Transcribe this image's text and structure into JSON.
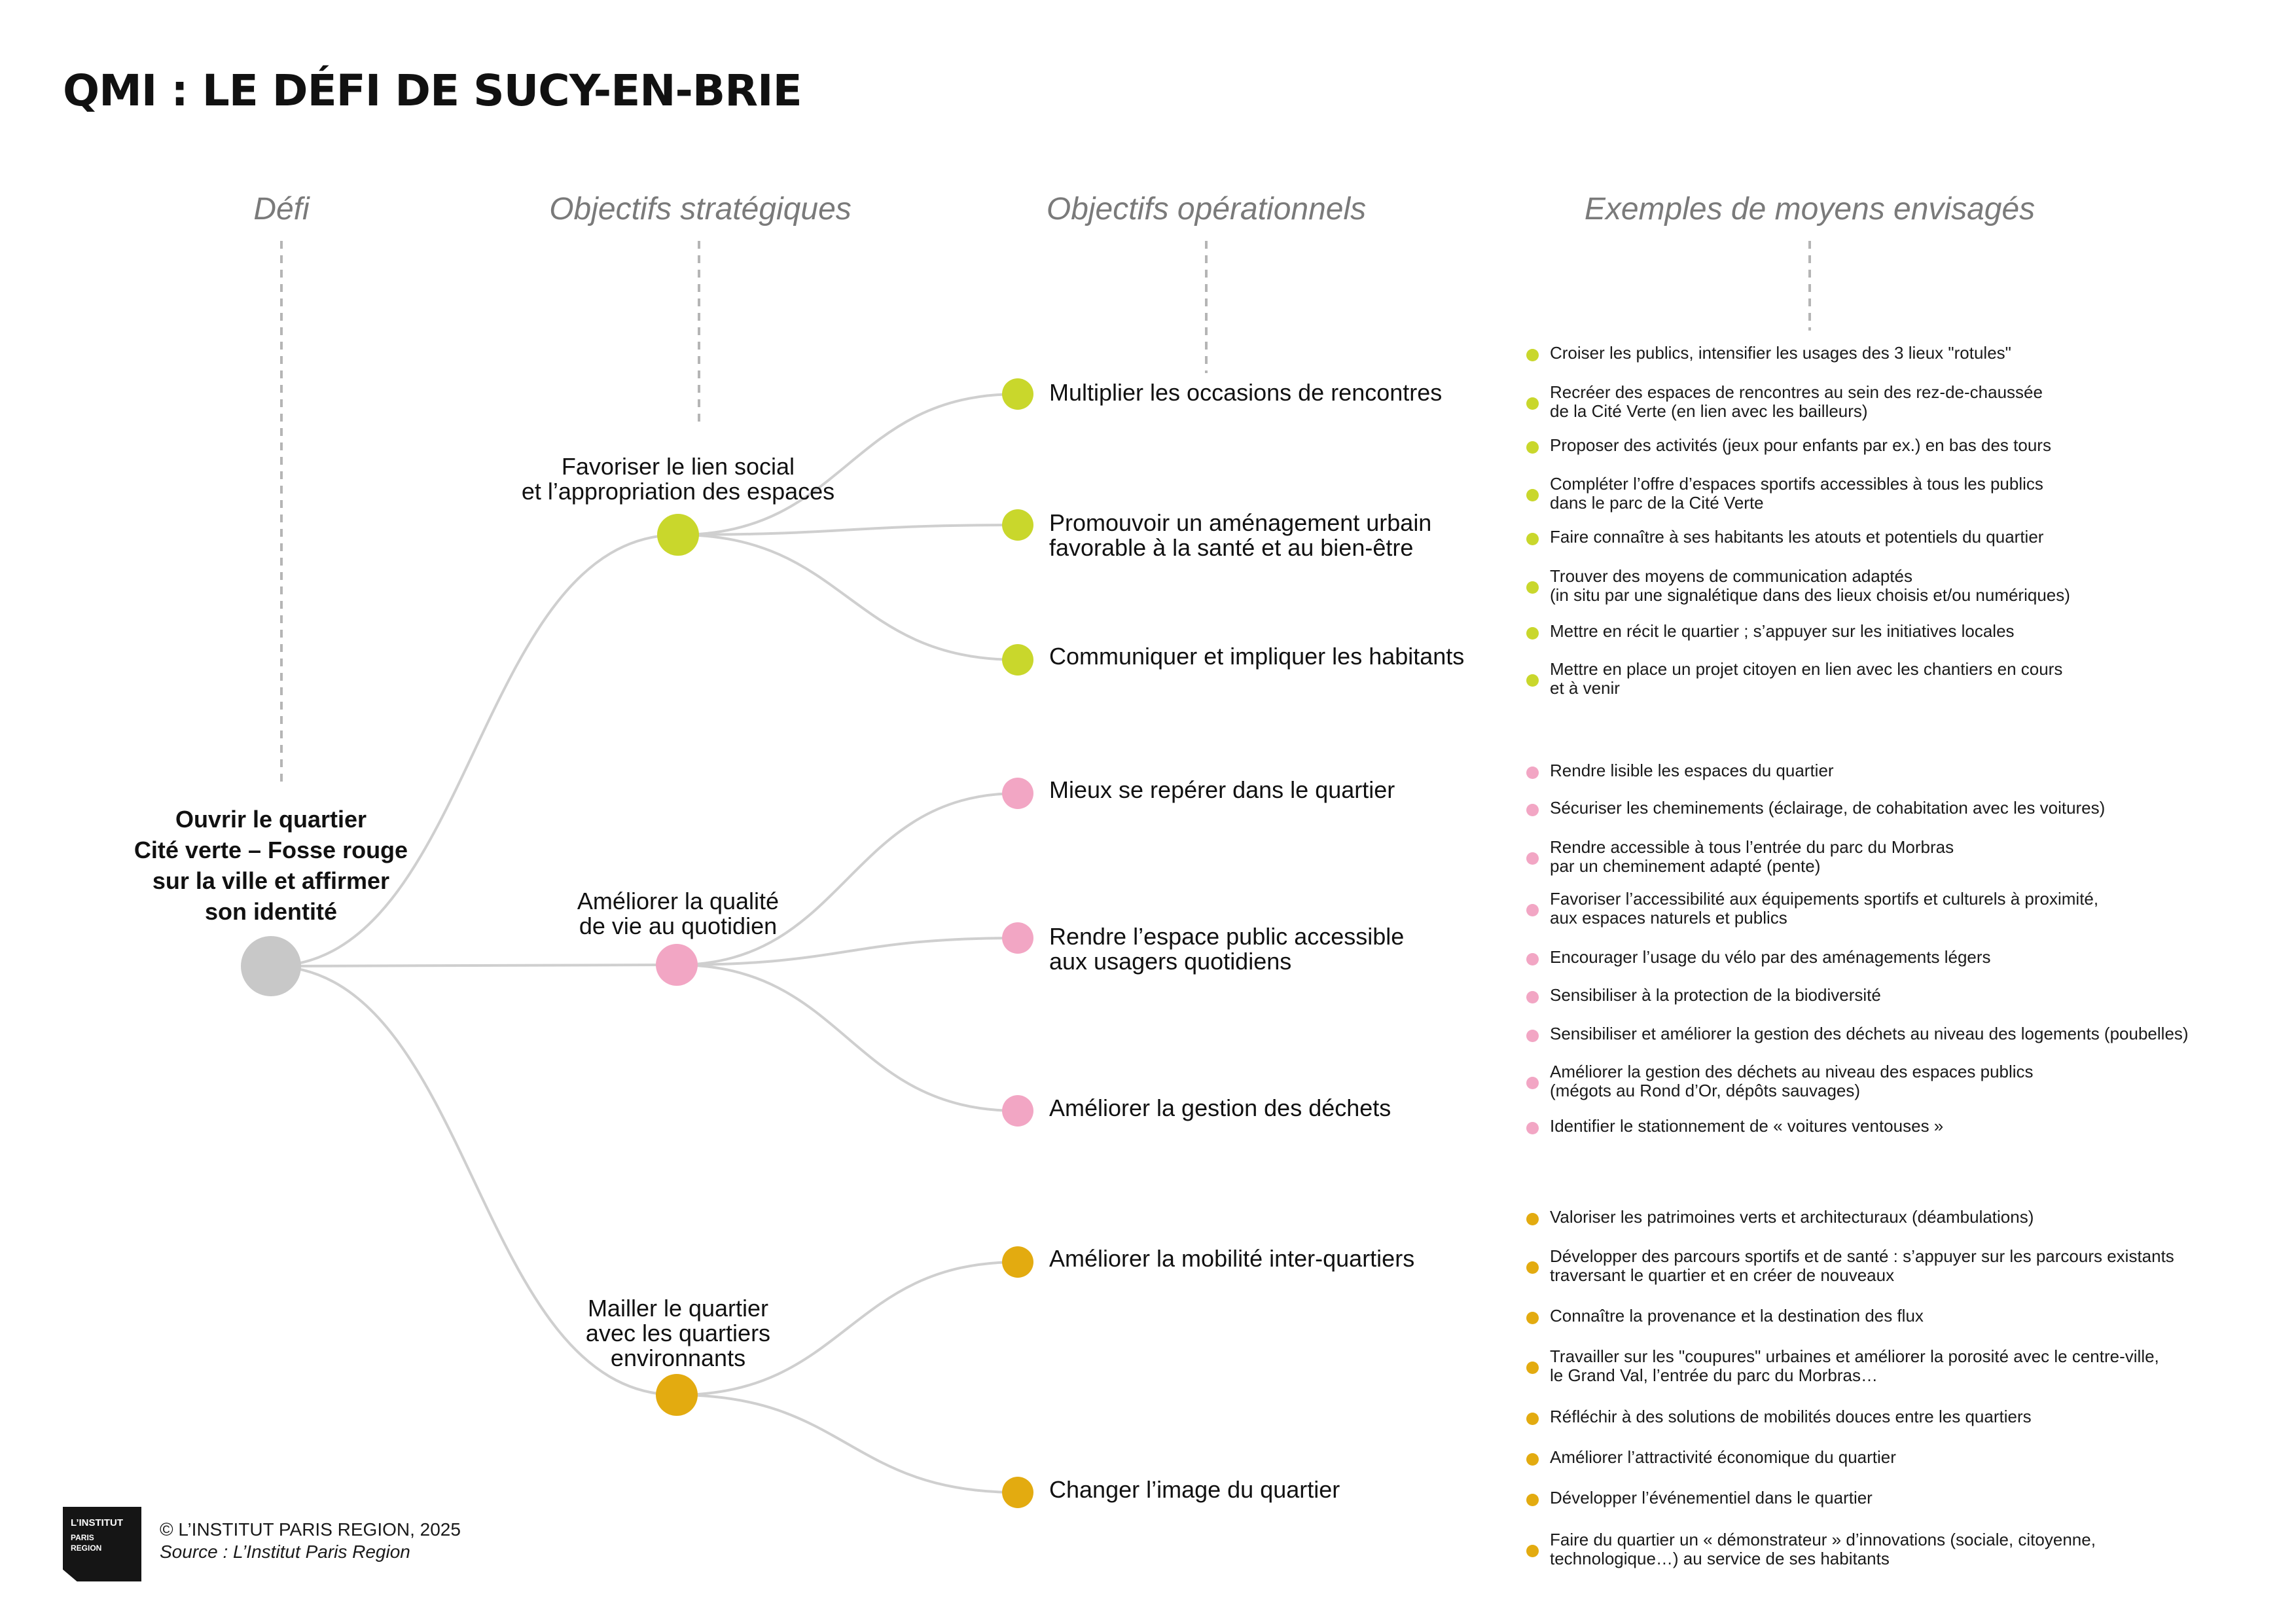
{
  "title": "QMI : LE DÉFI DE SUCY-EN-BRIE",
  "columns": [
    "Défi",
    "Objectifs stratégiques",
    "Objectifs opérationnels",
    "Exemples de moyens envisagés"
  ],
  "colors": {
    "green": "#c9d72c",
    "pink": "#f2a6c4",
    "gold": "#e3ab10",
    "root": "#c8c8c8",
    "connector": "#cfcfcf",
    "column_header": "#7a7a7a"
  },
  "root": {
    "lines": [
      "Ouvrir le quartier",
      "Cité verte – Fosse rouge",
      "sur la ville et affirmer",
      "son identité"
    ]
  },
  "strategic": [
    {
      "color": "green",
      "lines": [
        "Favoriser le lien social",
        "et l’appropriation des espaces"
      ]
    },
    {
      "color": "pink",
      "lines": [
        "Améliorer la qualité",
        "de vie au quotidien"
      ]
    },
    {
      "color": "gold",
      "lines": [
        "Mailler le quartier",
        "avec les quartiers",
        "environnants"
      ]
    }
  ],
  "operational": [
    {
      "strategic": 0,
      "lines": [
        "Multiplier les occasions de rencontres"
      ]
    },
    {
      "strategic": 0,
      "lines": [
        "Promouvoir un aménagement urbain",
        "favorable à la santé et au bien-être"
      ]
    },
    {
      "strategic": 0,
      "lines": [
        "Communiquer et impliquer les habitants"
      ]
    },
    {
      "strategic": 1,
      "lines": [
        "Mieux se repérer dans le quartier"
      ]
    },
    {
      "strategic": 1,
      "lines": [
        "Rendre l’espace public accessible",
        "aux usagers quotidiens"
      ]
    },
    {
      "strategic": 1,
      "lines": [
        "Améliorer la gestion des déchets"
      ]
    },
    {
      "strategic": 2,
      "lines": [
        "Améliorer la mobilité inter-quartiers"
      ]
    },
    {
      "strategic": 2,
      "lines": [
        "Changer l’image du quartier"
      ]
    }
  ],
  "means": [
    {
      "color": "green",
      "lines": [
        "Croiser les publics, intensifier les usages des 3 lieux \"rotules\""
      ]
    },
    {
      "color": "green",
      "lines": [
        "Recréer des espaces de rencontres au sein des rez-de-chaussée",
        "de la Cité Verte (en lien avec les bailleurs)"
      ]
    },
    {
      "color": "green",
      "lines": [
        "Proposer des activités (jeux pour enfants par ex.) en bas des tours"
      ]
    },
    {
      "color": "green",
      "lines": [
        "Compléter l’offre d’espaces sportifs accessibles à tous les publics",
        "dans le parc de la Cité Verte"
      ]
    },
    {
      "color": "green",
      "lines": [
        "Faire connaître à ses habitants les atouts et potentiels du quartier"
      ]
    },
    {
      "color": "green",
      "lines": [
        "Trouver des moyens de communication adaptés",
        "(in situ par une signalétique dans des lieux choisis et/ou numériques)"
      ]
    },
    {
      "color": "green",
      "lines": [
        "Mettre en récit le quartier ; s’appuyer sur les initiatives locales"
      ]
    },
    {
      "color": "green",
      "lines": [
        "Mettre en place un projet citoyen en lien avec les chantiers en cours",
        "et à venir"
      ]
    },
    {
      "color": "pink",
      "lines": [
        "Rendre lisible les espaces du quartier"
      ]
    },
    {
      "color": "pink",
      "lines": [
        "Sécuriser les cheminements (éclairage, de cohabitation avec les voitures)"
      ]
    },
    {
      "color": "pink",
      "lines": [
        "Rendre accessible à tous l’entrée du parc du Morbras",
        "par un cheminement adapté (pente)"
      ]
    },
    {
      "color": "pink",
      "lines": [
        "Favoriser l’accessibilité aux équipements sportifs et culturels à proximité,",
        "aux espaces naturels et publics"
      ]
    },
    {
      "color": "pink",
      "lines": [
        "Encourager l’usage du vélo par des aménagements légers"
      ]
    },
    {
      "color": "pink",
      "lines": [
        "Sensibiliser à la protection de la biodiversité"
      ]
    },
    {
      "color": "pink",
      "lines": [
        "Sensibiliser et améliorer la gestion des déchets au niveau des logements (poubelles)"
      ]
    },
    {
      "color": "pink",
      "lines": [
        "Améliorer la gestion des déchets au niveau des espaces publics",
        "(mégots au Rond d’Or, dépôts sauvages)"
      ]
    },
    {
      "color": "pink",
      "lines": [
        "Identifier le stationnement de « voitures ventouses »"
      ]
    },
    {
      "color": "gold",
      "lines": [
        "Valoriser les patrimoines verts et architecturaux (déambulations)"
      ]
    },
    {
      "color": "gold",
      "lines": [
        "Développer des parcours sportifs et de santé : s’appuyer sur les parcours existants",
        "traversant le quartier et en créer de nouveaux"
      ]
    },
    {
      "color": "gold",
      "lines": [
        "Connaître la provenance et la destination des flux"
      ]
    },
    {
      "color": "gold",
      "lines": [
        "Travailler sur les \"coupures\" urbaines et améliorer la porosité avec le centre-ville,",
        "le Grand Val, l’entrée du parc du Morbras…"
      ]
    },
    {
      "color": "gold",
      "lines": [
        "Réfléchir à des solutions de mobilités douces entre les quartiers"
      ]
    },
    {
      "color": "gold",
      "lines": [
        "Améliorer l’attractivité économique du quartier"
      ]
    },
    {
      "color": "gold",
      "lines": [
        "Développer l’événementiel dans le quartier"
      ]
    },
    {
      "color": "gold",
      "lines": [
        "Faire du quartier un « démonstrateur » d’innovations (sociale, citoyenne,",
        "technologique…) au service de ses habitants"
      ]
    }
  ],
  "footer": {
    "logo_lines": [
      "L’INSTITUT",
      "PARIS",
      "REGION"
    ],
    "copyright": "© L’INSTITUT PARIS REGION, 2025",
    "source": "Source : L’Institut Paris Region"
  }
}
